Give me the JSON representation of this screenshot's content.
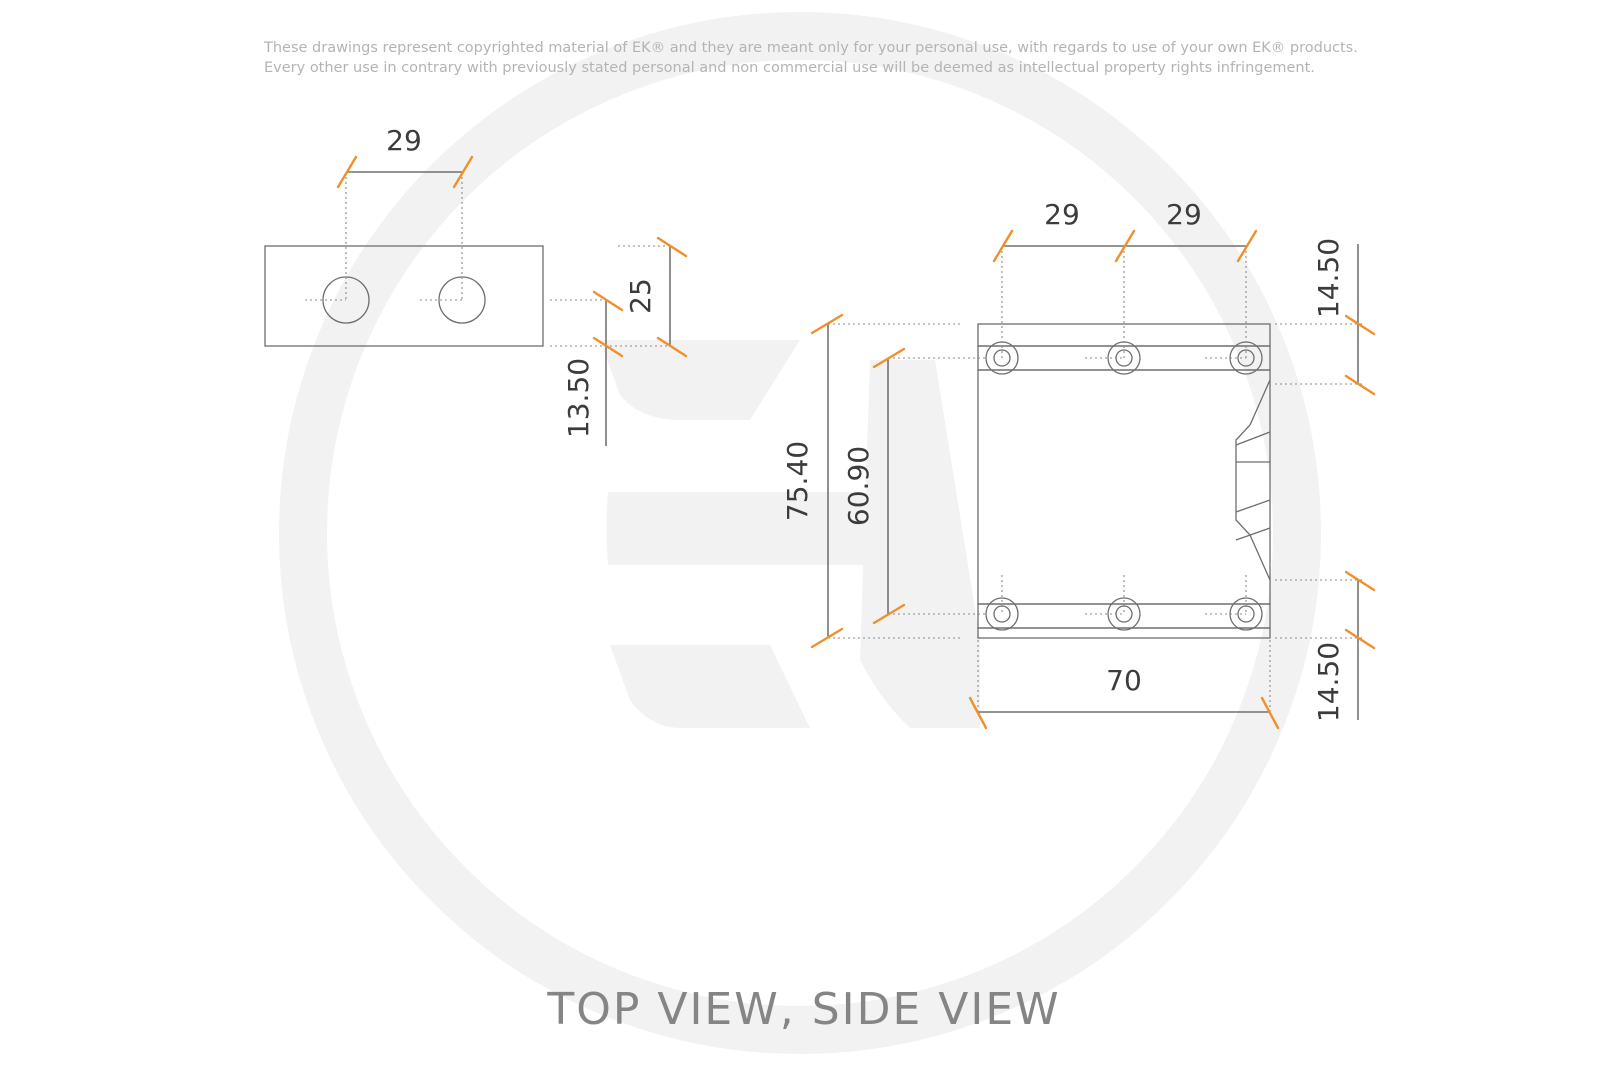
{
  "notice": {
    "line1": "These drawings represent copyrighted material of EK® and they are meant only for your personal use, with regards to use of  your own EK® products.",
    "line2": "Every other use in contrary with previously stated personal and non commercial use will be deemed as intellectual property rights infringement."
  },
  "title": "TOP VIEW, SIDE VIEW",
  "dimensions": {
    "top_view": {
      "pitch": "29",
      "height": "25",
      "hole_offset": "13.50"
    },
    "side_view": {
      "pitch_left": "29",
      "pitch_right": "29",
      "top_margin": "14.50",
      "overall_height": "75.40",
      "hole_spacing": "60.90",
      "bottom_margin": "14.50",
      "width": "70"
    }
  },
  "colors": {
    "accent": "#f0902a",
    "watermark": "#f0f0f0",
    "line": "#6e6e6e"
  }
}
